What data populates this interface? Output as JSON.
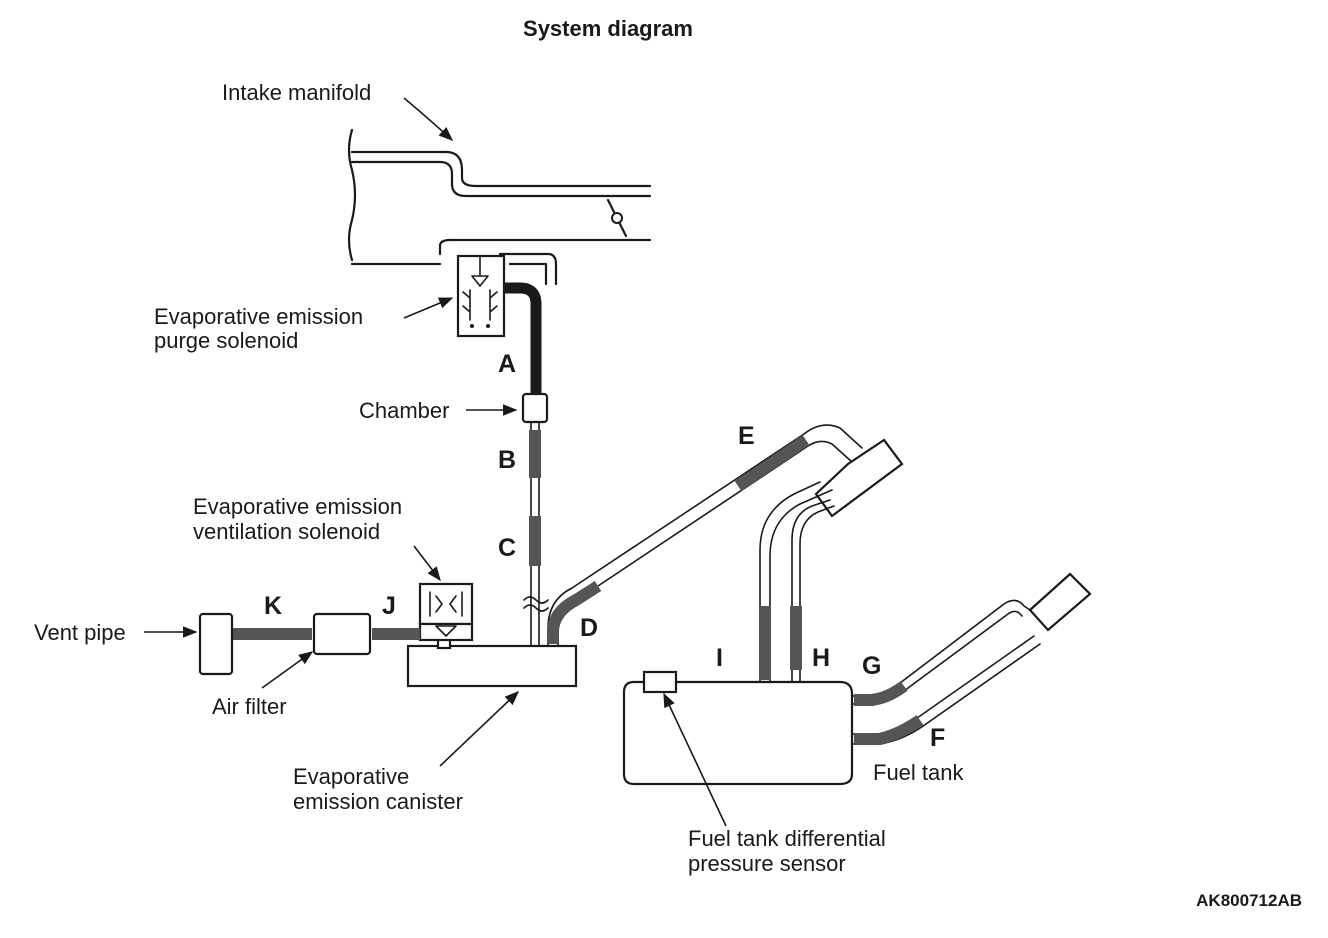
{
  "title": "System diagram",
  "labels": {
    "intake_manifold": "Intake manifold",
    "purge_solenoid_1": "Evaporative emission",
    "purge_solenoid_2": "purge solenoid",
    "chamber": "Chamber",
    "ventilation_solenoid_1": "Evaporative emission",
    "ventilation_solenoid_2": "ventilation solenoid",
    "vent_pipe": "Vent pipe",
    "air_filter": "Air filter",
    "canister_1": "Evaporative",
    "canister_2": "emission canister",
    "fuel_tank": "Fuel tank",
    "pressure_sensor_1": "Fuel tank differential",
    "pressure_sensor_2": "pressure sensor"
  },
  "hose_letters": {
    "a": "A",
    "b": "B",
    "c": "C",
    "d": "D",
    "e": "E",
    "f": "F",
    "g": "G",
    "h": "H",
    "i": "I",
    "j": "J",
    "k": "K"
  },
  "figure_code": "AK800712AB",
  "colors": {
    "ink": "#1a1a1a",
    "hose_fill": "#555555",
    "background": "#ffffff"
  }
}
